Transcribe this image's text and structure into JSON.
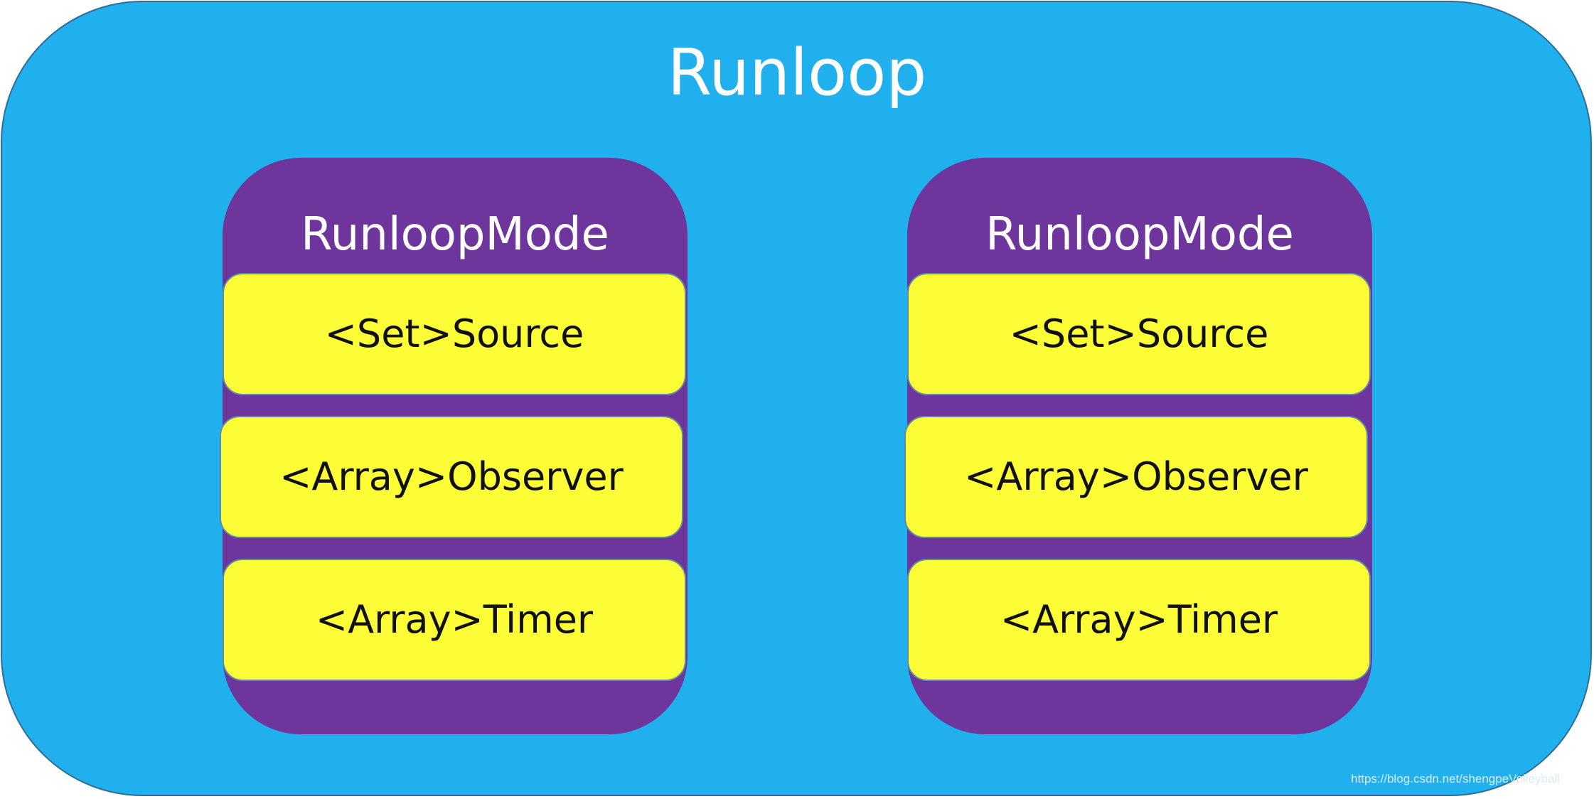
{
  "runloop": {
    "title": "Runloop",
    "color": "#20b0ee"
  },
  "modes": [
    {
      "title": "RunloopMode",
      "color": "#6e359c",
      "items": [
        "<Set>Source",
        "<Array>Observer",
        "<Array>Timer"
      ]
    },
    {
      "title": "RunloopMode",
      "color": "#6e359c",
      "items": [
        "<Set>Source",
        "<Array>Observer",
        "<Array>Timer"
      ]
    }
  ],
  "item_color": "#fdfd37",
  "watermark": "https://blog.csdn.net/shengpeVolleyball"
}
